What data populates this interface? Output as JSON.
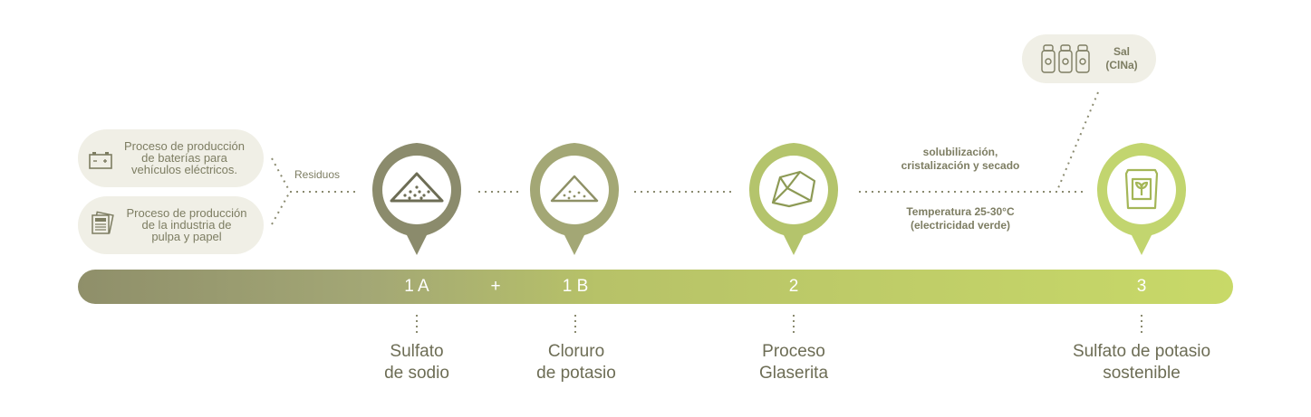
{
  "inputs": [
    {
      "text": "Proceso de producción\nde baterías para\nvehículos eléctricos.",
      "icon": "battery-icon"
    },
    {
      "text": "Proceso de producción\nde la industria de\npulpa y papel",
      "icon": "newspaper-icon"
    }
  ],
  "residuos_label": "Residuos",
  "salt": {
    "text": "Sal\n(ClNa)",
    "icon": "salt-shakers-icon"
  },
  "process_notes": {
    "top": "solubilización,\ncristalización y secado",
    "bottom": "Temperatura 25-30°C\n(electricidad verde)"
  },
  "timeline": {
    "labels": [
      "1 A",
      "+",
      "1 B",
      "2",
      "3"
    ]
  },
  "steps": [
    {
      "title": "Sulfato\nde sodio",
      "icon": "powder-pile-icon",
      "color": "#8b8b6c"
    },
    {
      "title": "Cloruro\nde potasio",
      "icon": "powder-pile-icon",
      "color": "#a3a775"
    },
    {
      "title": "Proceso\nGlaserita",
      "icon": "crystal-icon",
      "color": "#b4c46c"
    },
    {
      "title": "Sulfato de potasio\nsostenible",
      "icon": "fertilizer-bag-icon",
      "color": "#c2d56f"
    }
  ]
}
